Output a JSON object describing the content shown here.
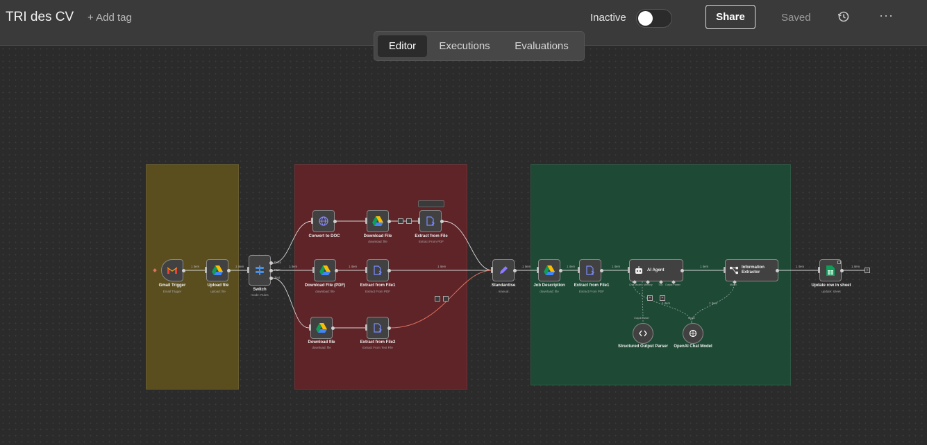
{
  "header": {
    "title": "TRI des CV",
    "add_tag": "+ Add tag",
    "status": "Inactive",
    "share": "Share",
    "saved": "Saved",
    "more": "···"
  },
  "tabs": [
    {
      "label": "Editor",
      "active": true
    },
    {
      "label": "Executions",
      "active": false
    },
    {
      "label": "Evaluations",
      "active": false
    }
  ],
  "colors": {
    "group_yellow": "#5a4e1f",
    "group_red": "#5f2428",
    "group_green": "#1e4a35",
    "edge": "#d6d6d6",
    "edge_active": "#e0715f"
  },
  "nodes": {
    "gmail": {
      "label": "Gmail Trigger",
      "sub": "Email Trigger",
      "icon": "gmail-icon"
    },
    "upload": {
      "label": "Upload file",
      "sub": "upload: file",
      "icon": "google-drive-icon"
    },
    "switch": {
      "label": "Switch",
      "sub": "mode: Rules",
      "icon": "switch-icon",
      "outputs": [
        "Docx",
        "PDF",
        "Text"
      ]
    },
    "convert": {
      "label": "Convert to DOC",
      "icon": "globe-icon"
    },
    "download1": {
      "label": "Download File",
      "sub": "download: file",
      "icon": "google-drive-icon"
    },
    "extract1": {
      "label": "Extract from File",
      "sub": "Extract From PDF",
      "icon": "file-extract-icon"
    },
    "download_pdf": {
      "label": "Download File (PDF)",
      "sub": "download: file",
      "icon": "google-drive-icon"
    },
    "extract_file1": {
      "label": "Extract from File1",
      "sub": "Extract From PDF",
      "icon": "file-extract-icon"
    },
    "download_file": {
      "label": "Download file",
      "sub": "download: file",
      "icon": "google-drive-icon"
    },
    "extract_file2": {
      "label": "Extract from File2",
      "sub": "Extract From Text File",
      "icon": "file-extract-icon"
    },
    "standardise": {
      "label": "Standardise",
      "sub": "manual",
      "icon": "pencil-icon"
    },
    "job_desc": {
      "label": "Job Description",
      "sub": "download: file",
      "icon": "google-drive-icon"
    },
    "extract_from_file1b": {
      "label": "Extract from File1",
      "sub": "Extract From PDF",
      "icon": "file-extract-icon"
    },
    "ai_agent": {
      "label": "AI Agent",
      "icon": "robot-icon",
      "ports": [
        "Chat Model",
        "Memory",
        "Tool",
        "Output Parser"
      ]
    },
    "info_extractor": {
      "label": "Information Extractor",
      "icon": "branch-icon",
      "ports": [
        "Model"
      ]
    },
    "update_sheet": {
      "label": "Update row in sheet",
      "sub": "update: sheet",
      "icon": "google-sheets-icon"
    },
    "structured_parser": {
      "label": "Structured Output Parser",
      "icon": "code-icon",
      "top_label": "Output Parser"
    },
    "openai_model": {
      "label": "OpenAI Chat Model",
      "icon": "openai-icon",
      "top_label": "Model"
    }
  },
  "edge_labels": {
    "one_item": "1 item",
    "plus": "+"
  }
}
